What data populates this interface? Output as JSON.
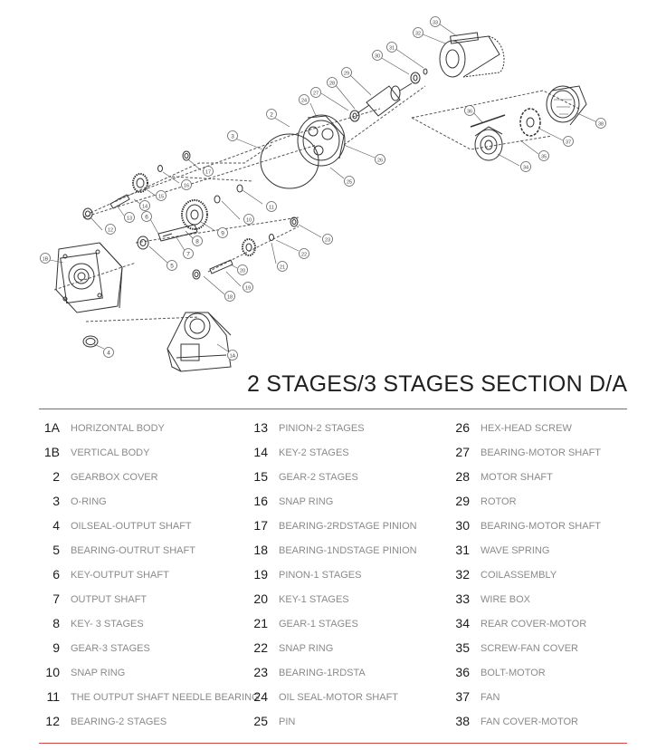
{
  "title": "2 STAGES/3 STAGES SECTION D/A",
  "diagram_labels": [
    "1B",
    "1A",
    "2",
    "3",
    "4",
    "5",
    "6",
    "7",
    "8",
    "9",
    "10",
    "11",
    "12",
    "13",
    "14",
    "15",
    "16",
    "17",
    "18",
    "19",
    "20",
    "21",
    "22",
    "23",
    "24",
    "25",
    "26",
    "27",
    "28",
    "29",
    "30",
    "31",
    "32",
    "33",
    "34",
    "35",
    "36",
    "37",
    "38"
  ],
  "parts_columns": [
    [
      {
        "num": "1A",
        "label": "HORIZONTAL BODY"
      },
      {
        "num": "1B",
        "label": "VERTICAL BODY"
      },
      {
        "num": "2",
        "label": "GEARBOX COVER"
      },
      {
        "num": "3",
        "label": "O-RING"
      },
      {
        "num": "4",
        "label": "OILSEAL-OUTPUT SHAFT"
      },
      {
        "num": "5",
        "label": "BEARING-OUTRUT SHAFT"
      },
      {
        "num": "6",
        "label": "KEY-OUTPUT SHAFT"
      },
      {
        "num": "7",
        "label": "OUTPUT SHAFT"
      },
      {
        "num": "8",
        "label": "KEY- 3 STAGES"
      },
      {
        "num": "9",
        "label": "GEAR-3 STAGES"
      },
      {
        "num": "10",
        "label": "SNAP RING"
      },
      {
        "num": "11",
        "label": "THE OUTPUT SHAFT NEEDLE BEARING"
      },
      {
        "num": "12",
        "label": "BEARING-2 STAGES"
      }
    ],
    [
      {
        "num": "13",
        "label": "PINION-2 STAGES"
      },
      {
        "num": "14",
        "label": "KEY-2 STAGES"
      },
      {
        "num": "15",
        "label": "GEAR-2 STAGES"
      },
      {
        "num": "16",
        "label": "SNAP RING"
      },
      {
        "num": "17",
        "label": "BEARING-2RDSTAGE PINION"
      },
      {
        "num": "18",
        "label": "BEARING-1NDSTAGE PINION"
      },
      {
        "num": "19",
        "label": "PINON-1 STAGES"
      },
      {
        "num": "20",
        "label": "KEY-1 STAGES"
      },
      {
        "num": "21",
        "label": "GEAR-1 STAGES"
      },
      {
        "num": "22",
        "label": "SNAP RING"
      },
      {
        "num": "23",
        "label": "BEARING-1RDSTA"
      },
      {
        "num": "24",
        "label": "OIL SEAL-MOTOR SHAFT"
      },
      {
        "num": "25",
        "label": "PIN"
      }
    ],
    [
      {
        "num": "26",
        "label": "HEX-HEAD SCREW"
      },
      {
        "num": "27",
        "label": "BEARING-MOTOR SHAFT"
      },
      {
        "num": "28",
        "label": "MOTOR SHAFT"
      },
      {
        "num": "29",
        "label": "ROTOR"
      },
      {
        "num": "30",
        "label": "BEARING-MOTOR SHAFT"
      },
      {
        "num": "31",
        "label": "WAVE SPRING"
      },
      {
        "num": "32",
        "label": "COILASSEMBLY"
      },
      {
        "num": "33",
        "label": "WIRE BOX"
      },
      {
        "num": "34",
        "label": "REAR COVER-MOTOR"
      },
      {
        "num": "35",
        "label": "SCREW-FAN COVER"
      },
      {
        "num": "36",
        "label": "BOLT-MOTOR"
      },
      {
        "num": "37",
        "label": "FAN"
      },
      {
        "num": "38",
        "label": "FAN COVER-MOTOR"
      }
    ]
  ]
}
